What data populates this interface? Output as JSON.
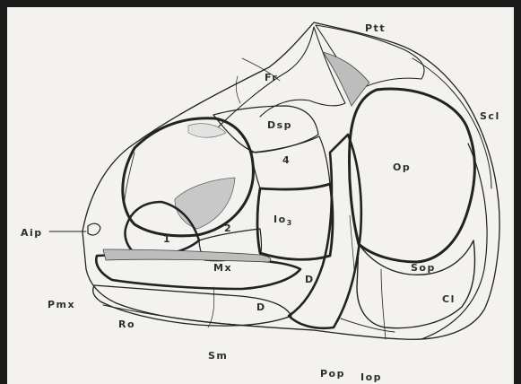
{
  "labels": {
    "ptt": "Ptt",
    "fr": "Fr",
    "dsp": "Dsp",
    "scl": "Scl",
    "four": "4",
    "op": "Op",
    "io3": "Io",
    "io3_sub": "3",
    "aip": "Aip",
    "one": "1",
    "two": "2",
    "mx": "Mx",
    "d_upper": "D",
    "sop": "Sop",
    "pmx": "Pmx",
    "cl": "Cl",
    "ro": "Ro",
    "d_lower": "D",
    "sm": "Sm",
    "pop": "Pop",
    "iop": "Iop"
  }
}
